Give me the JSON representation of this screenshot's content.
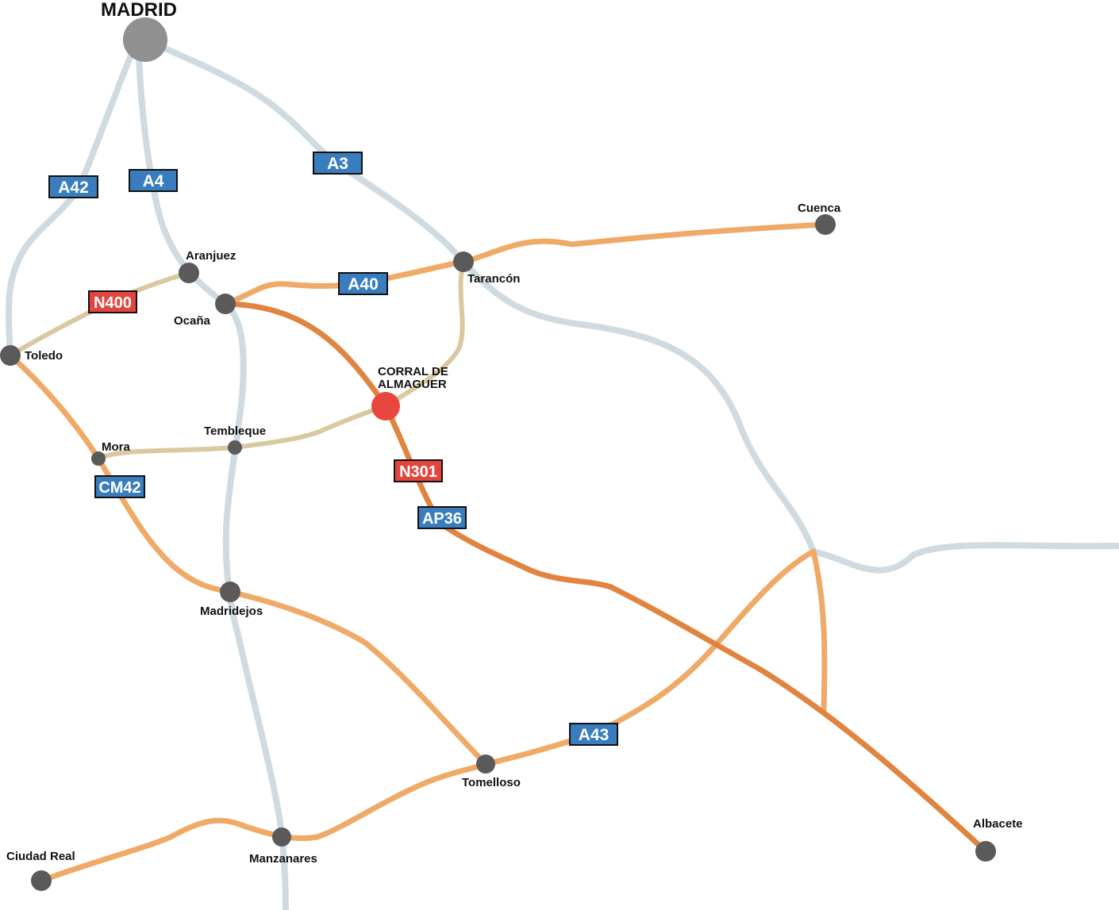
{
  "colors": {
    "motorway": "#cfdbe1",
    "national": "#efaa67",
    "primary": "#e0843f",
    "local": "#d8c9a0",
    "city": "#5a5a5a",
    "capital": "#909090",
    "highlight": "#e8463f",
    "shield_blue": "#3a7dbf",
    "shield_red": "#e2453d"
  },
  "capital": {
    "name": "MADRID"
  },
  "highlight_town": {
    "line1": "CORRAL DE",
    "line2": "ALMAGUER"
  },
  "cities": {
    "cuenca": "Cuenca",
    "aranjuez": "Aranjuez",
    "tarancon": "Tarancón",
    "ocana": "Ocaña",
    "toledo": "Toledo",
    "mora": "Mora",
    "tembleque": "Tembleque",
    "madridejos": "Madridejos",
    "tomelloso": "Tomelloso",
    "albacete": "Albacete",
    "ciudad_real": "Ciudad Real",
    "manzanares": "Manzanares"
  },
  "road_labels": {
    "a42": "A42",
    "a4": "A4",
    "a3": "A3",
    "a40": "A40",
    "n400": "N400",
    "cm42": "CM42",
    "n301": "N301",
    "ap36": "AP36",
    "a43": "A43"
  }
}
